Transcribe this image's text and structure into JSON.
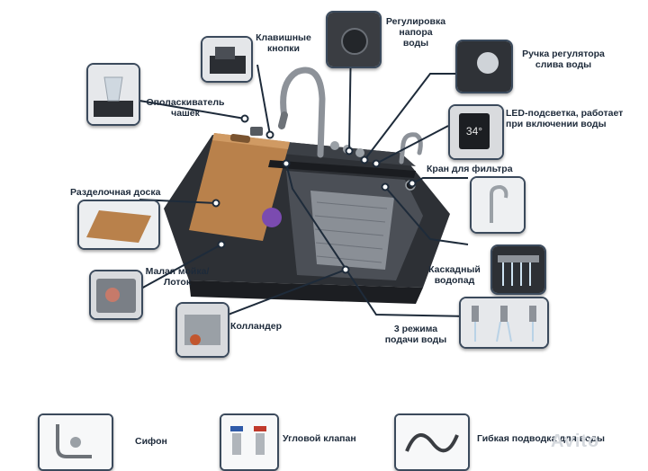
{
  "labels": {
    "keys": "Клавишные\nкнопки",
    "pressure": "Регулировка\nнапора\nводы",
    "drain_handle": "Ручка регулятора\nслива воды",
    "led": "LED-подсветка, работает\nпри включении воды",
    "cup_rinser": "Ополаскиватель\nчашек",
    "filter_tap": "Кран для фильтра",
    "cutting_board": "Разделочная доска",
    "cascade": "Каскадный\nводопад",
    "small_sink": "Малая мойка/\nЛоток",
    "colander": "Колландер",
    "modes": "3 режима\nподачи воды",
    "siphon": "Сифон",
    "angle_valve": "Угловой клапан",
    "flex_hose": "Гибкая подводка для воды"
  },
  "watermark": "Avito",
  "led_display": "34°",
  "colors": {
    "line": "#1e2b3a",
    "frame": "#3b4a5c",
    "sink": "#2b2e33",
    "wood": "#b9814b"
  }
}
